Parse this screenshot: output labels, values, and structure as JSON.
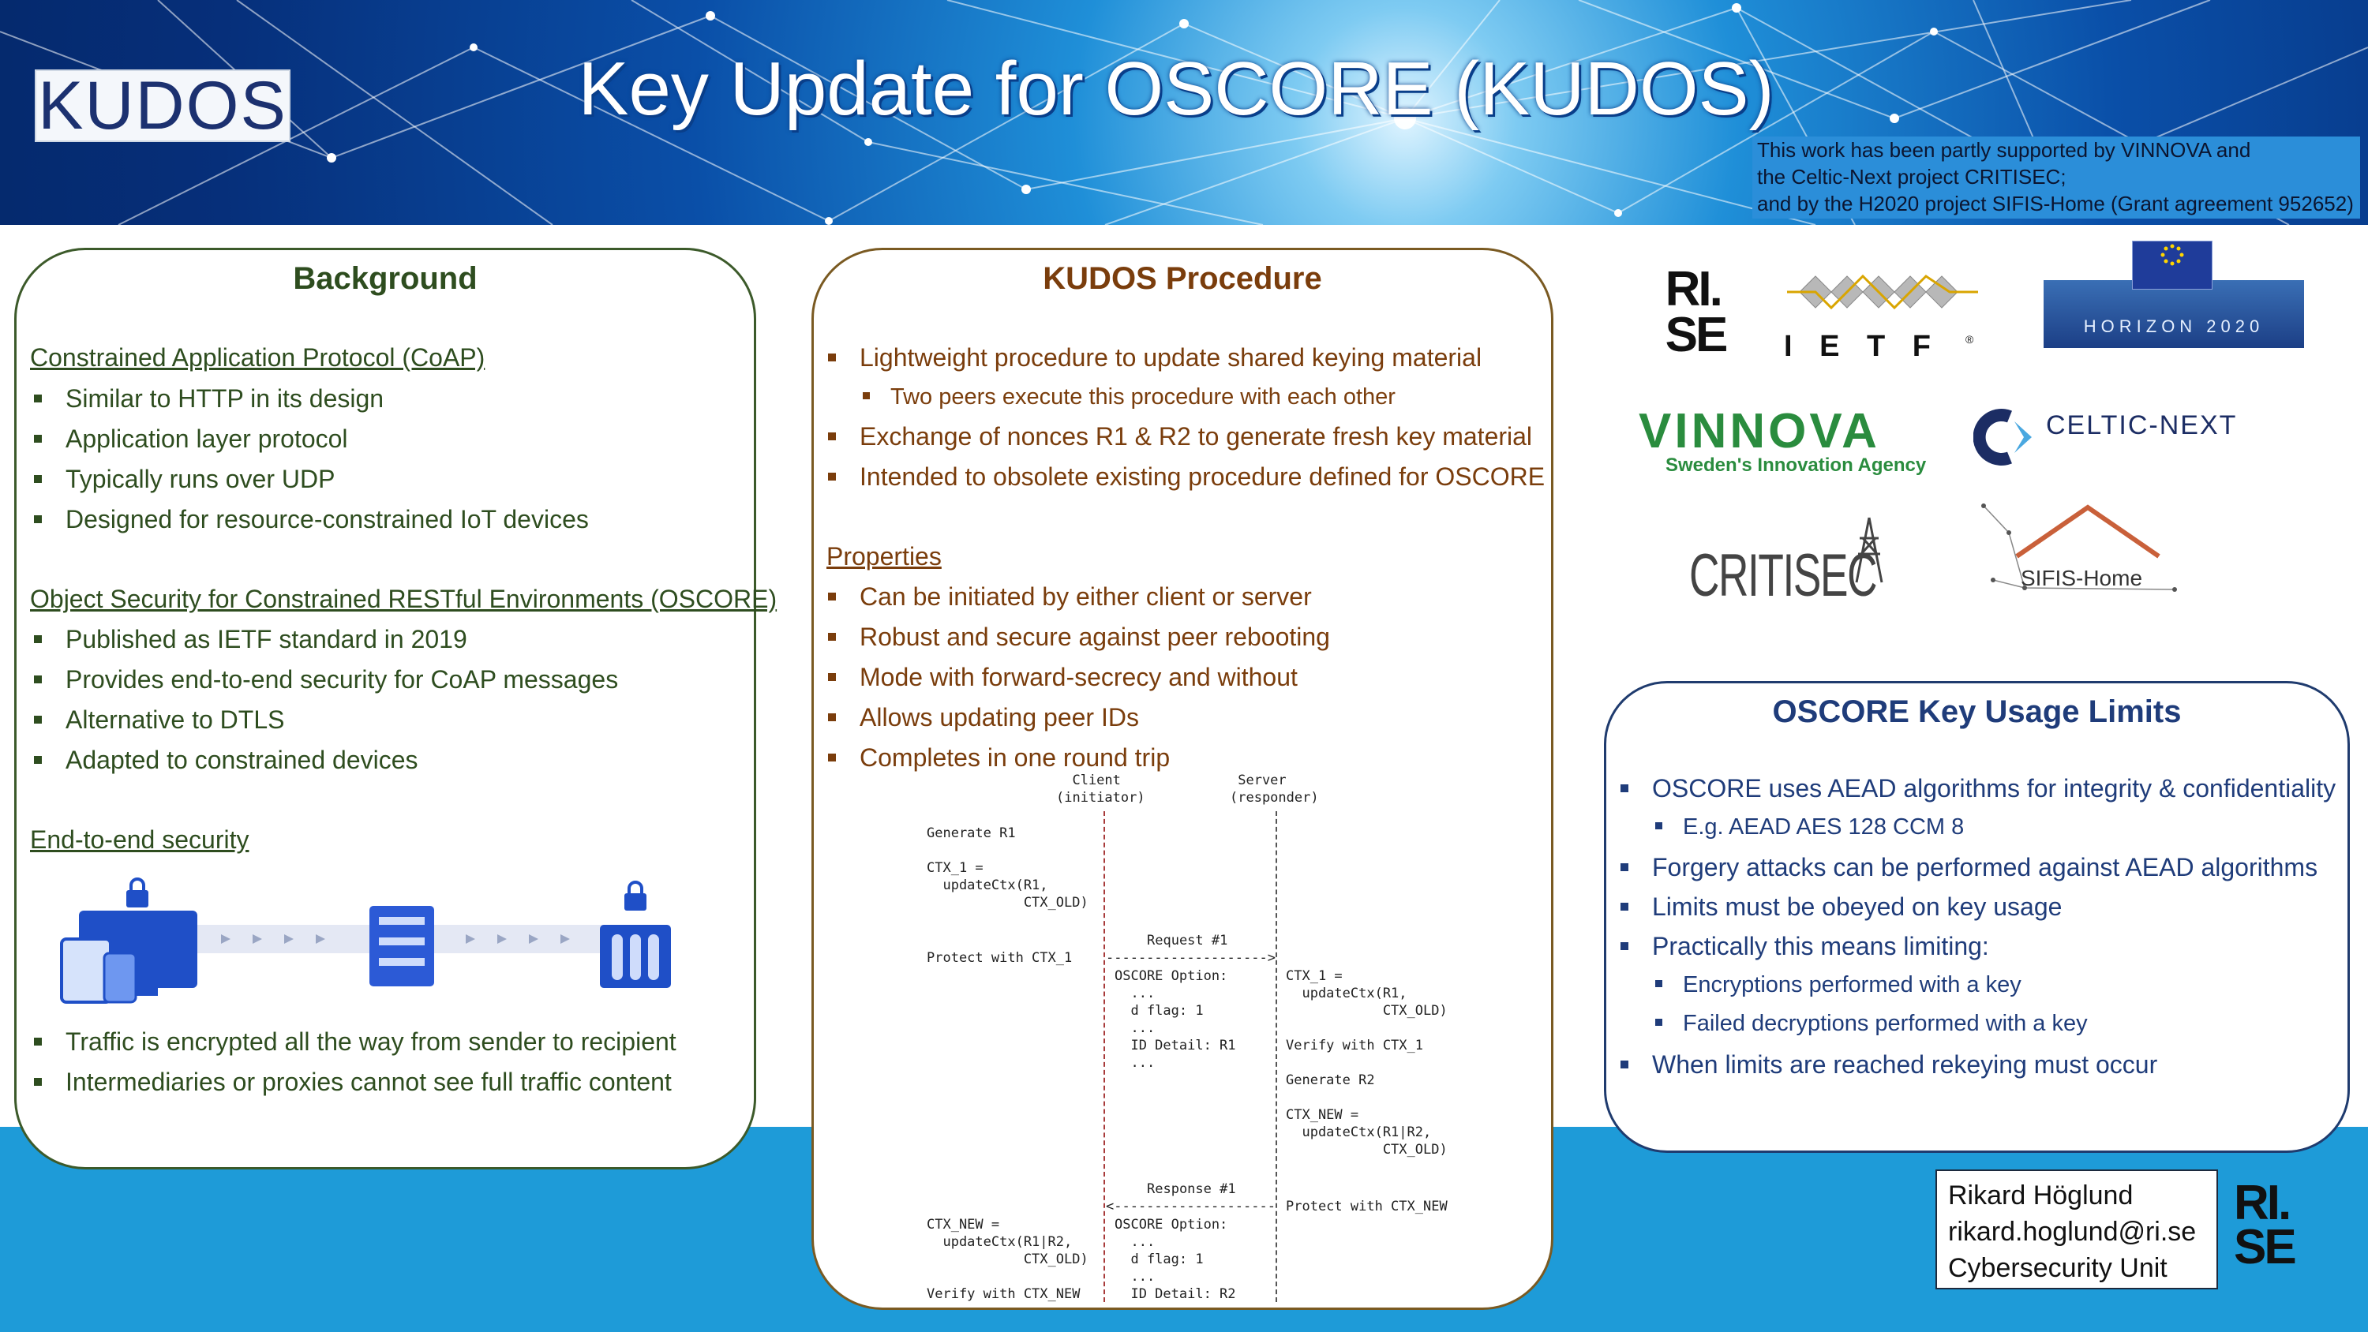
{
  "header": {
    "logo_text": "KUDOS",
    "title": "Key Update for OSCORE (KUDOS)",
    "support_lines": [
      "This work has been partly supported by VINNOVA and",
      "the Celtic-Next project CRITISEC;",
      "and by the H2020 project SIFIS-Home (Grant agreement 952652)"
    ]
  },
  "background": {
    "title": "Background",
    "coap_heading": "Constrained Application Protocol (CoAP)",
    "coap_items": [
      "Similar to HTTP in its design",
      "Application layer protocol",
      "Typically runs over UDP",
      "Designed for resource-constrained IoT devices"
    ],
    "oscore_heading": "Object Security for Constrained RESTful Environments (OSCORE)",
    "oscore_items": [
      "Published as IETF standard in 2019",
      "Provides end-to-end security for CoAP messages",
      "Alternative to DTLS",
      "Adapted to constrained devices"
    ],
    "e2e_heading": "End-to-end security",
    "e2e_items": [
      "Traffic is encrypted all the way from sender to recipient",
      "Intermediaries or proxies cannot see full traffic content"
    ]
  },
  "kudos": {
    "title": "KUDOS Procedure",
    "items": [
      "Lightweight procedure to update shared keying material",
      "Two peers execute this procedure with each other",
      "Exchange of nonces R1 & R2 to generate fresh key material",
      "Intended to obsolete existing procedure defined for OSCORE"
    ],
    "props_heading": "Properties",
    "props": [
      "Can be initiated by either client or server",
      "Robust and secure against peer rebooting",
      "Mode with forward-secrecy and without",
      "Allows updating peer IDs",
      "Completes in one round trip"
    ],
    "diagram": {
      "client_header": "  Client\n(initiator)",
      "server_header": " Server\n(responder)",
      "client_block1": "Generate R1\n\nCTX_1 =\n  updateCtx(R1,\n            CTX_OLD)",
      "request_label": "Request #1",
      "protect_ctx1": "Protect with CTX_1",
      "req_arrow": "-------------------->",
      "req_body": "OSCORE Option:\n  ...\n  d flag: 1\n  ...\n  ID Detail: R1\n  ...",
      "server_block": "CTX_1 =\n  updateCtx(R1,\n            CTX_OLD)\n\nVerify with CTX_1\n\nGenerate R2\n\nCTX_NEW =\n  updateCtx(R1|R2,\n            CTX_OLD)",
      "response_label": "Response #1",
      "resp_arrow": "<--------------------",
      "protect_new": "Protect with CTX_NEW",
      "client_block2": "CTX_NEW =\n  updateCtx(R1|R2,\n            CTX_OLD)\n\nVerify with CTX_NEW",
      "resp_body": "OSCORE Option:\n  ...\n  d flag: 1\n  ...\n  ID Detail: R2"
    }
  },
  "limits": {
    "title": "OSCORE Key Usage Limits",
    "items": [
      "OSCORE uses AEAD algorithms for integrity & confidentiality",
      "E.g. AEAD AES 128 CCM 8",
      "Forgery attacks can be performed against AEAD algorithms",
      "Limits must be obeyed on key usage",
      "Practically this means limiting:",
      "Encryptions performed with a key",
      "Failed decryptions performed with a key",
      "When limits are reached rekeying must occur"
    ]
  },
  "logos": {
    "rise": "RI.\nSE",
    "ietf": "I E T F",
    "ietf_mark": "®",
    "horizon": "HORIZON 2020",
    "vinnova": "VINNOVA",
    "vinnova_sub": "Sweden's Innovation Agency",
    "celtic": "CELTIC-NEXT",
    "critisec": "CRITISEC",
    "sifis": "SIFIS-Home"
  },
  "contact": {
    "name": "Rikard Höglund",
    "email": "rikard.hoglund@ri.se",
    "unit": "Cybersecurity Unit",
    "rise": "RI.\nSE"
  },
  "colors": {
    "background_accent": "#2e4d1f",
    "kudos_accent": "#7a3d0c",
    "limits_accent": "#1f3c7a",
    "band_blue": "#1e9bd8"
  }
}
